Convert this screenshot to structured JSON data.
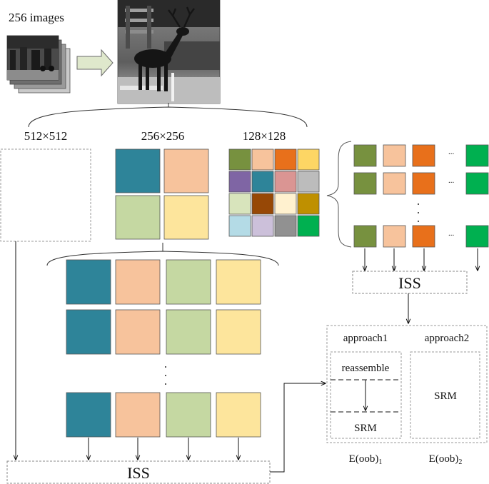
{
  "input_label": "256 images",
  "scales": [
    "512×512",
    "256×256",
    "128×128"
  ],
  "iss_label": "ISS",
  "approach1": {
    "title": "approach1",
    "step_top": "reassemble",
    "step_bottom": "SRM",
    "output_base": "E(oob)",
    "output_sub": "1"
  },
  "approach2": {
    "title": "approach2",
    "step": "SRM",
    "output_base": "E(oob)",
    "output_sub": "2"
  },
  "ellipsis": "...",
  "colors": {
    "quad_256": [
      "#2e8499",
      "#f7c39c",
      "#c5d8a2",
      "#fde59c"
    ],
    "grid_128": [
      "#77913f",
      "#f7c39c",
      "#e8701b",
      "#fdd664",
      "#7f65a4",
      "#2e8499",
      "#da9593",
      "#bcbcbc",
      "#d8e4bc",
      "#974806",
      "#fff1cf",
      "#bf9000",
      "#b4dbe6",
      "#ccc0da",
      "#919191",
      "#00b050"
    ],
    "row_128": [
      "#77913f",
      "#f7c39c",
      "#e8701b",
      "#00b050"
    ],
    "row_256": [
      "#2e8499",
      "#f7c39c",
      "#c5d8a2",
      "#fde59c"
    ]
  }
}
